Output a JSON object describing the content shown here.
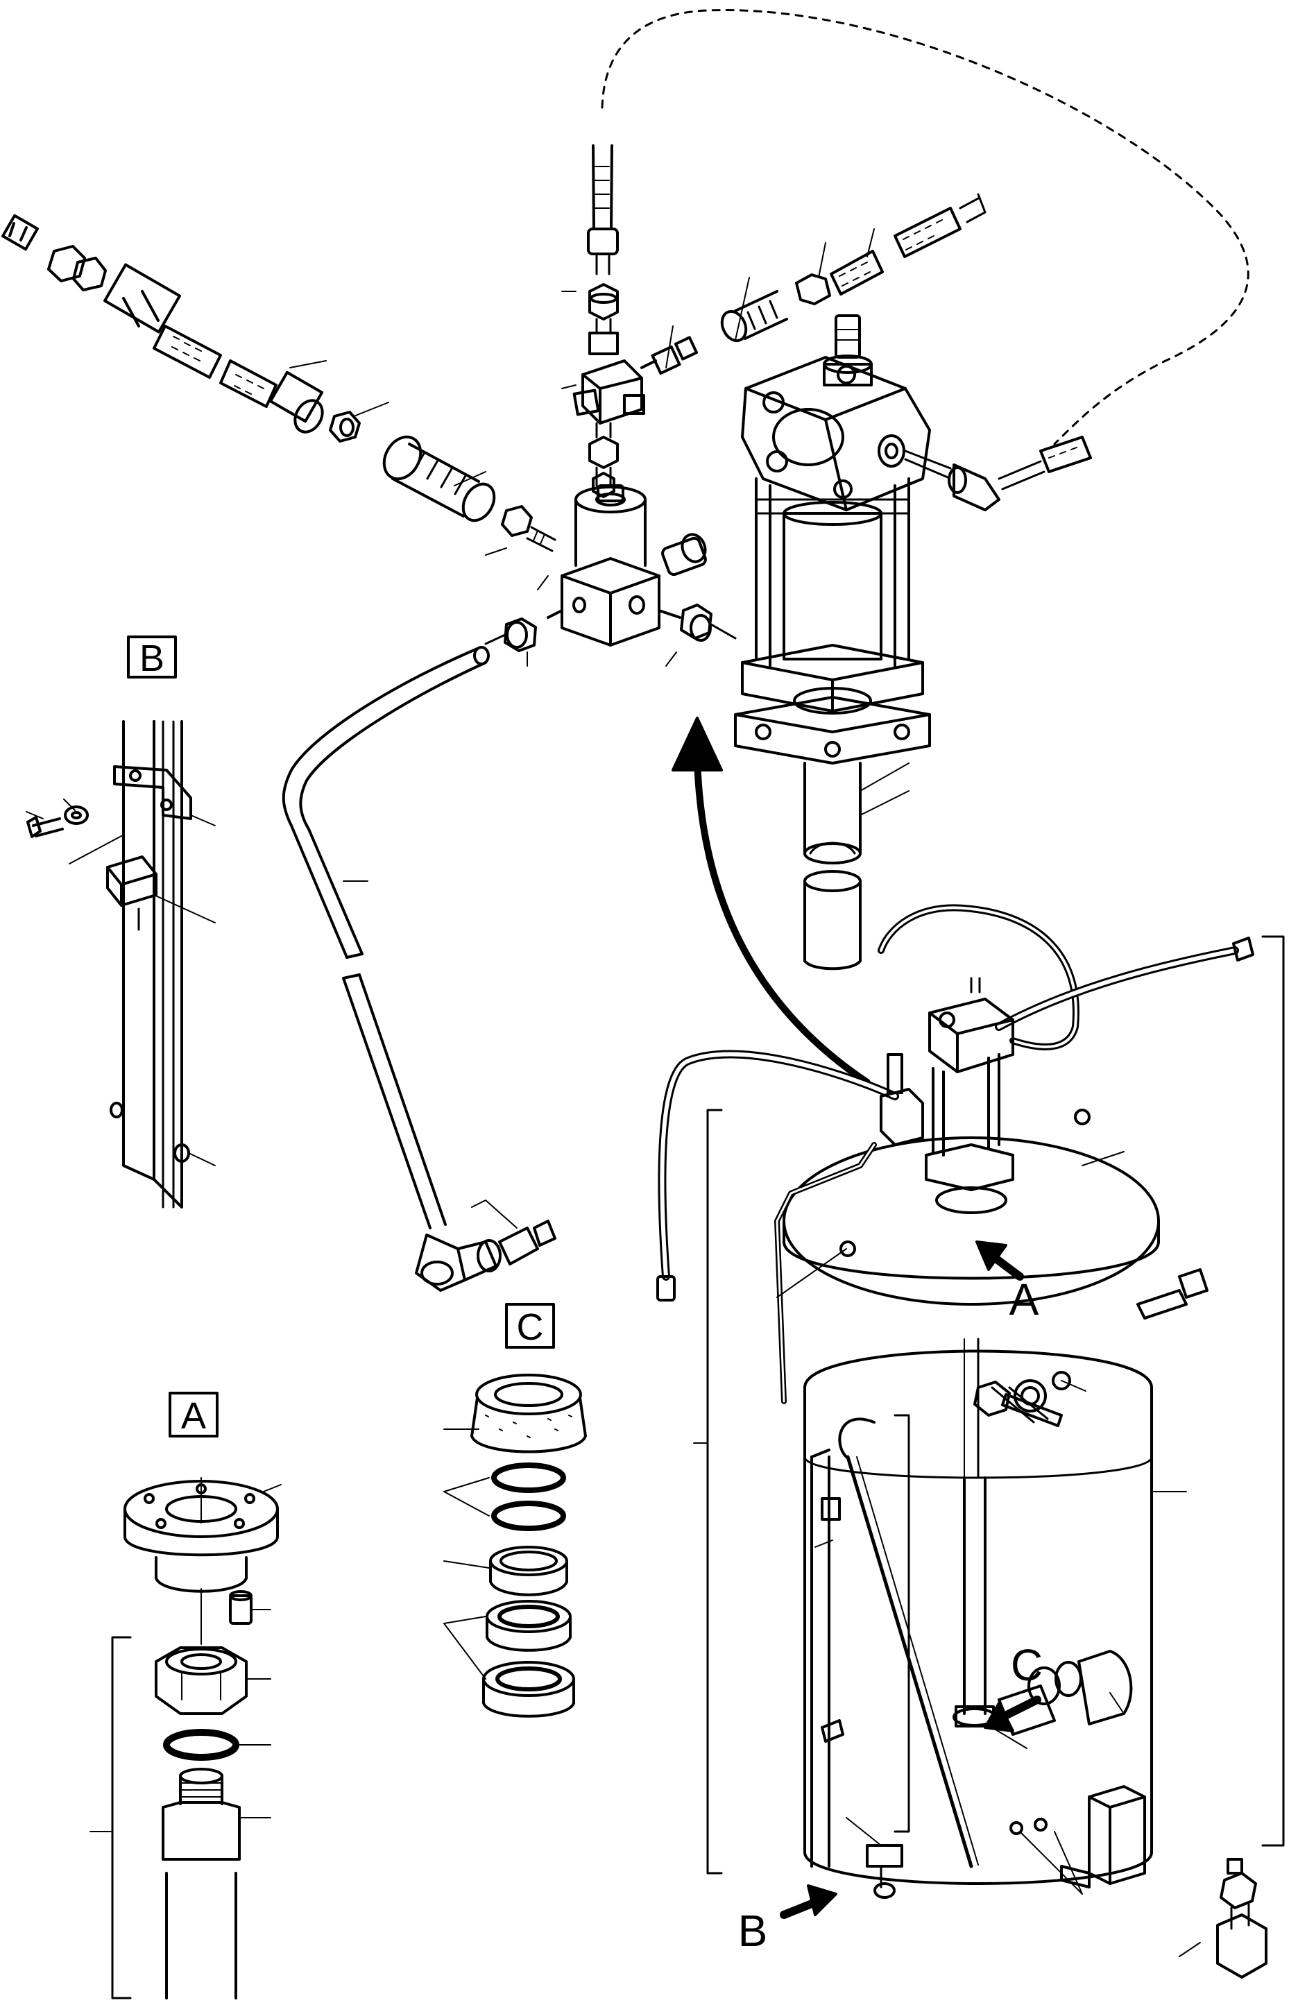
{
  "figure": {
    "callouts": {
      "box_b": "B",
      "box_a": "A",
      "box_c": "C",
      "arrow_a": "A",
      "arrow_b": "B",
      "arrow_c": "C"
    },
    "components": [
      "pump-assembly",
      "manifold-block",
      "air-regulator-line",
      "output-hose-line",
      "upper-air-hose",
      "supply-tube",
      "elbow-fitting",
      "drum-tank",
      "drum-lid",
      "drum-bracket",
      "detail-a-flange-nut-stack",
      "detail-b-bracket",
      "detail-c-seal-stack",
      "drain-fitting"
    ]
  }
}
